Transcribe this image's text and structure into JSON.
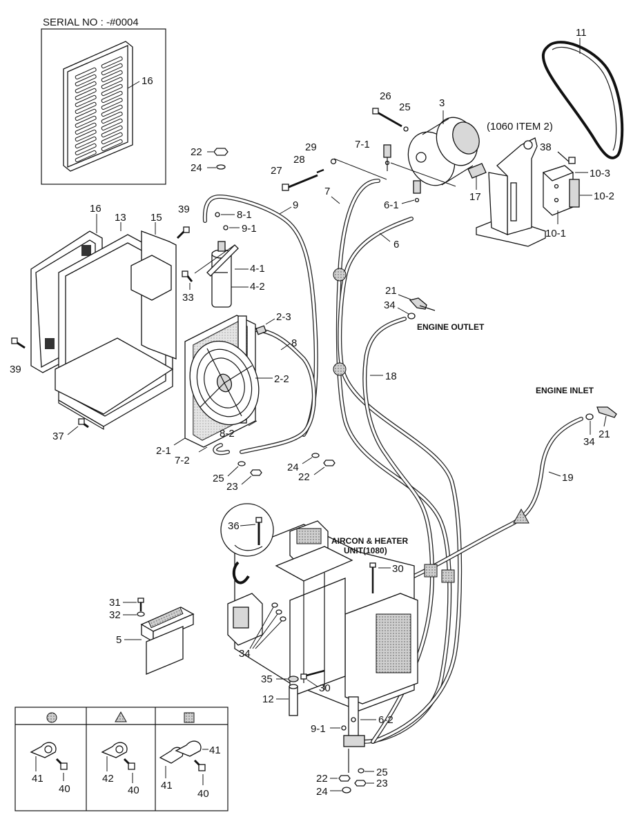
{
  "serial_note": "SERIAL NO : -#0004",
  "notes": {
    "item_1060": "(1060 ITEM 2)",
    "engine_outlet": "ENGINE OUTLET",
    "engine_inlet": "ENGINE INLET",
    "aircon_line1": "AIRCON & HEATER",
    "aircon_line2": "UNIT(1080)"
  },
  "callouts": {
    "c16a": "16",
    "c16b": "16",
    "c13": "13",
    "c15": "15",
    "c39a": "39",
    "c39b": "39",
    "c33": "33",
    "c37": "37",
    "c22a": "22",
    "c24a": "24",
    "c27": "27",
    "c28": "28",
    "c29": "29",
    "c26": "26",
    "c25a": "25",
    "c3": "3",
    "c7_1": "7-1",
    "c7": "7",
    "c6_1": "6-1",
    "c6": "6",
    "c17": "17",
    "c38": "38",
    "c10_3": "10-3",
    "c10_2": "10-2",
    "c10_1": "10-1",
    "c11": "11",
    "c9": "9",
    "c8_1": "8-1",
    "c9_1a": "9-1",
    "c4_1": "4-1",
    "c4_2": "4-2",
    "c2_3": "2-3",
    "c8": "8",
    "c2_2": "2-2",
    "c21a": "21",
    "c34a": "34",
    "c18": "18",
    "c2_1": "2-1",
    "c7_2": "7-2",
    "c8_2": "8-2",
    "c24b": "24",
    "c22b": "22",
    "c25b": "25",
    "c23a": "23",
    "c34b": "34",
    "c21b": "21",
    "c19": "19",
    "c36": "36",
    "c30a": "30",
    "c31": "31",
    "c32": "32",
    "c5": "5",
    "c34c": "34",
    "c35": "35",
    "c30b": "30",
    "c12": "12",
    "c9_1b": "9-1",
    "c6_2": "6-2",
    "c22c": "22",
    "c25c": "25",
    "c23b": "23",
    "c24c": "24"
  },
  "legend": {
    "symbols": [
      "circle",
      "triangle",
      "square"
    ],
    "panel1": {
      "clamp": "41",
      "bolt": "40"
    },
    "panel2": {
      "clamp": "42",
      "bolt": "40"
    },
    "panel3": {
      "clamp_a": "41",
      "clamp_b": "41",
      "bolt": "40"
    }
  }
}
